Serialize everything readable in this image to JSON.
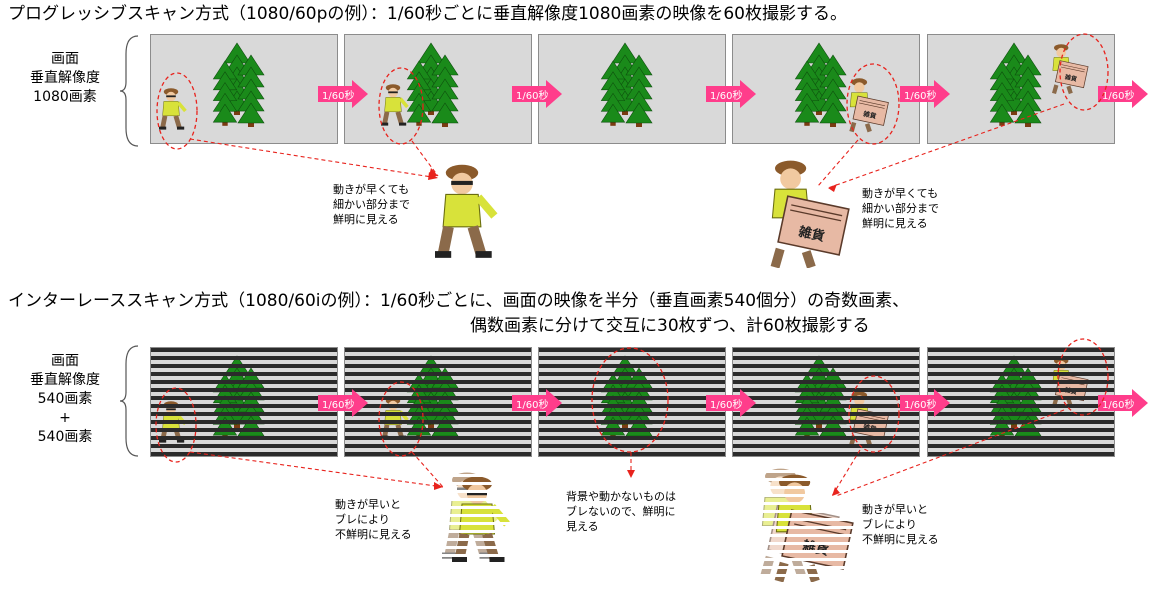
{
  "progressive": {
    "title": "プログレッシブスキャン方式（1080/60pの例）：1/60秒ごとに垂直解像度1080画素の映像を60枚撮影する。",
    "label_lines": [
      "画面",
      "垂直解像度",
      "1080画素"
    ],
    "caption_left": [
      "動きが早くても",
      "細かい部分まで",
      "鮮明に見える"
    ],
    "caption_right": [
      "動きが早くても",
      "細かい部分まで",
      "鮮明に見える"
    ]
  },
  "interlace": {
    "title_line1": "インターレーススキャン方式（1080/60iの例）：1/60秒ごとに、画面の映像を半分（垂直画素540個分）の奇数画素、",
    "title_line2": "偶数画素に分けて交互に30枚ずつ、計60枚撮影する",
    "label_lines": [
      "画面",
      "垂直解像度",
      "540画素",
      "+",
      "540画素"
    ],
    "caption_left": [
      "動きが早いと",
      "ブレにより",
      "不鮮明に見える"
    ],
    "caption_middle": [
      "背景や動かないものは",
      "ブレないので、鮮明に",
      "見える"
    ],
    "caption_right": [
      "動きが早いと",
      "ブレにより",
      "不鮮明に見える"
    ]
  },
  "arrow_label": "1/60秒",
  "box_label": "雑貨",
  "colors": {
    "arrow": "#ff3d8b",
    "dash": "#e8231d",
    "tree": "#1a8a1a",
    "frame_bg": "#d9d9d9",
    "stripe": "#2b2b2b"
  }
}
